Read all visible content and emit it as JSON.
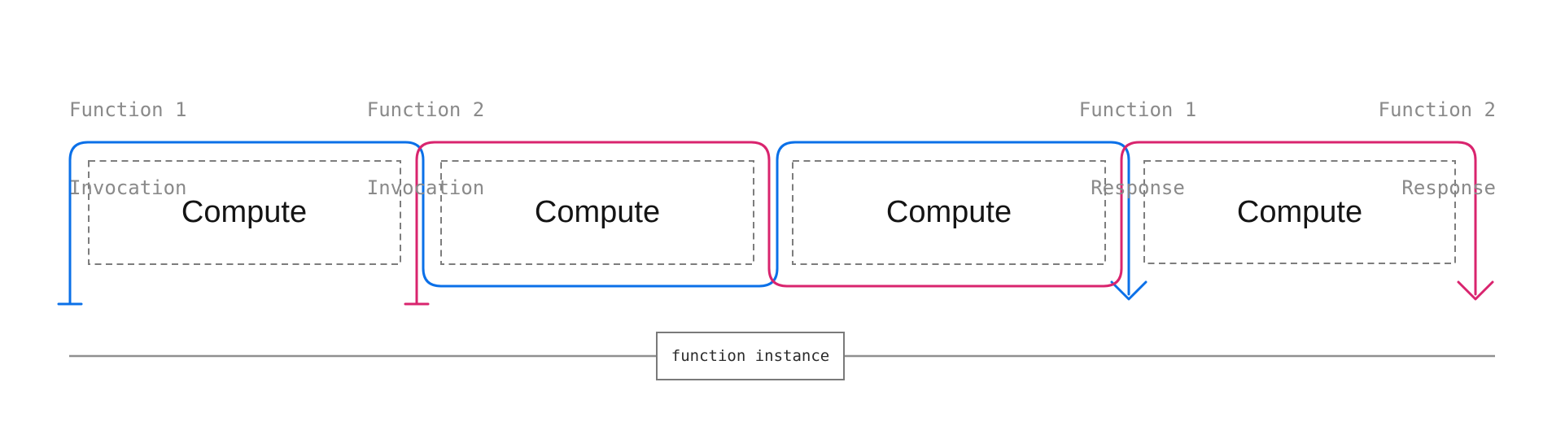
{
  "title_labels": [
    {
      "line1": "Function 1",
      "line2": "Invocation"
    },
    {
      "line1": "Function 2",
      "line2": "Invocation"
    },
    {
      "line1": "Function 1",
      "line2": "Response"
    },
    {
      "line1": "Function 2",
      "line2": "Response"
    }
  ],
  "compute_boxes": [
    {
      "label": "Compute"
    },
    {
      "label": "Compute"
    },
    {
      "label": "Compute"
    },
    {
      "label": "Compute"
    }
  ],
  "timeline": {
    "instance_label": "function instance"
  },
  "colors": {
    "function1_blue": "#0b70e8",
    "function2_pink": "#d9246e",
    "dashed_gray": "#7d7d7d",
    "line_gray": "#8f8f8f",
    "label_gray": "#8a8a8a"
  }
}
